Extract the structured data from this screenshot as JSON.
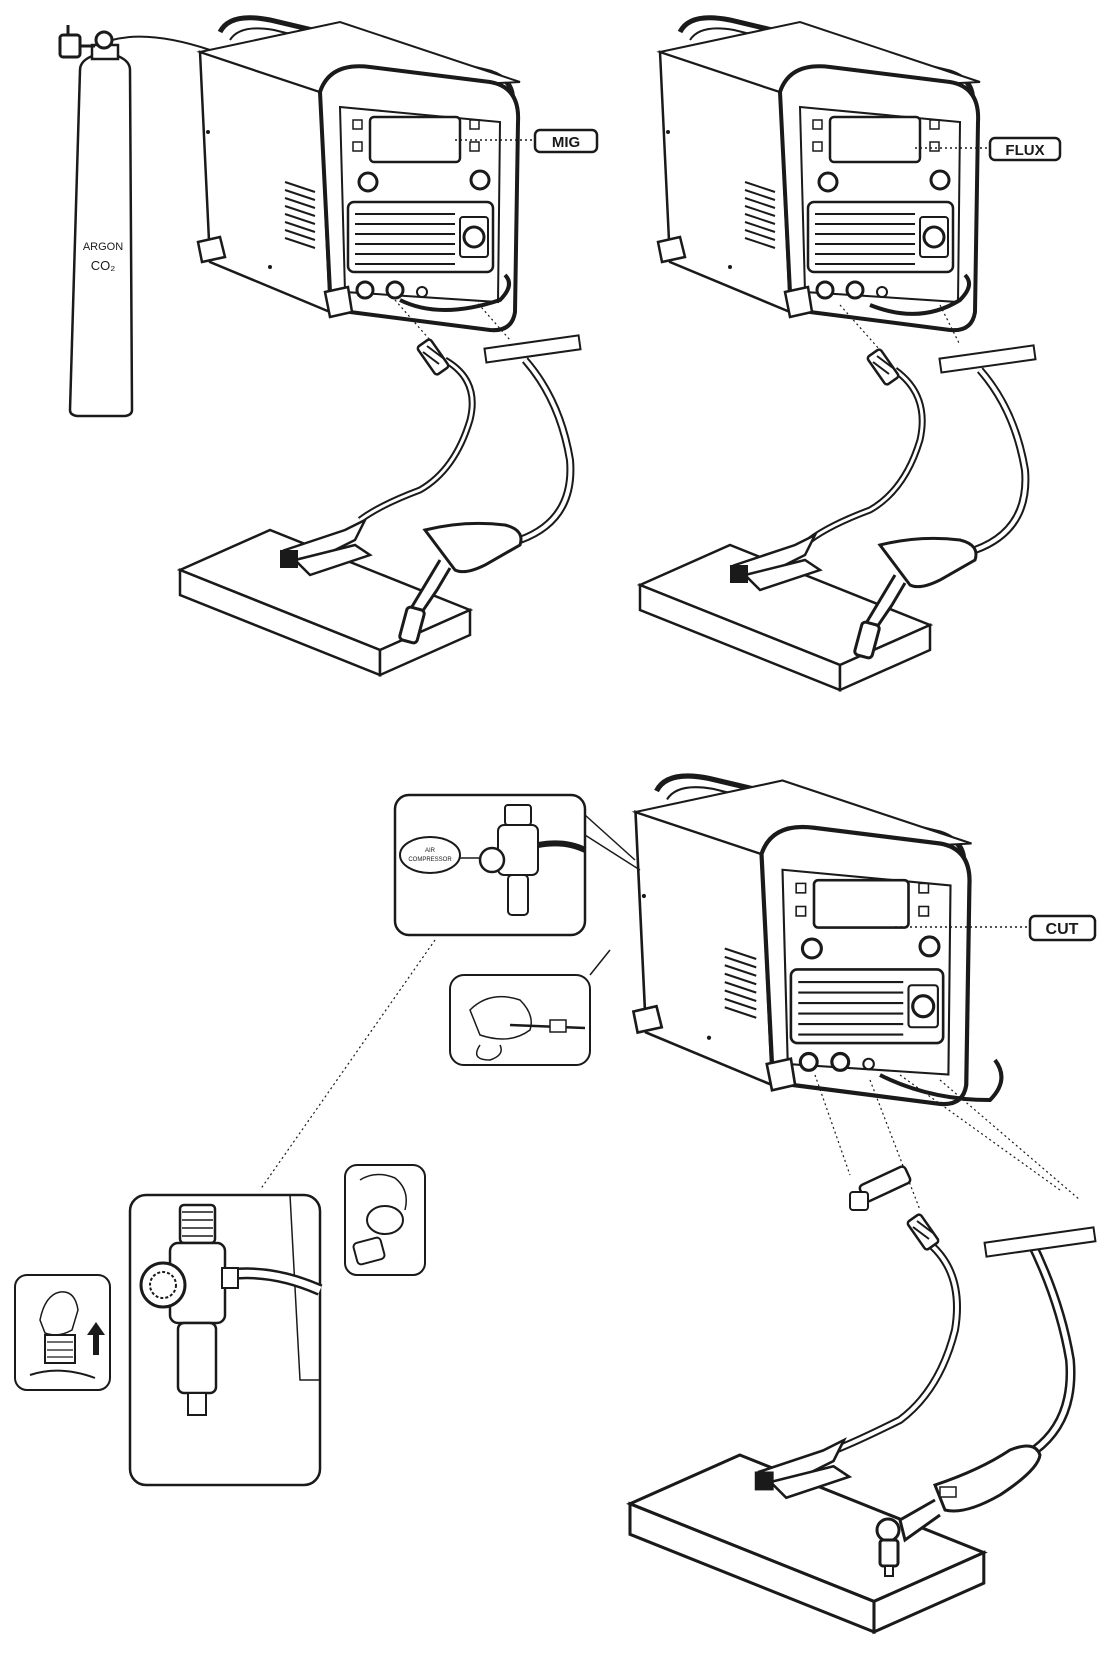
{
  "figure": {
    "cylinder_label_line1": "ARGON",
    "cylinder_label_line2": "CO₂",
    "mode_labels": {
      "mig": "MIG",
      "flux": "FLUX",
      "cut": "CUT"
    },
    "compressor_label_line1": "AIR",
    "compressor_label_line2": "COMPRESSOR"
  },
  "colors": {
    "line": "#1a1a1a",
    "paper": "#ffffff",
    "shade": "#dcdcdc"
  }
}
